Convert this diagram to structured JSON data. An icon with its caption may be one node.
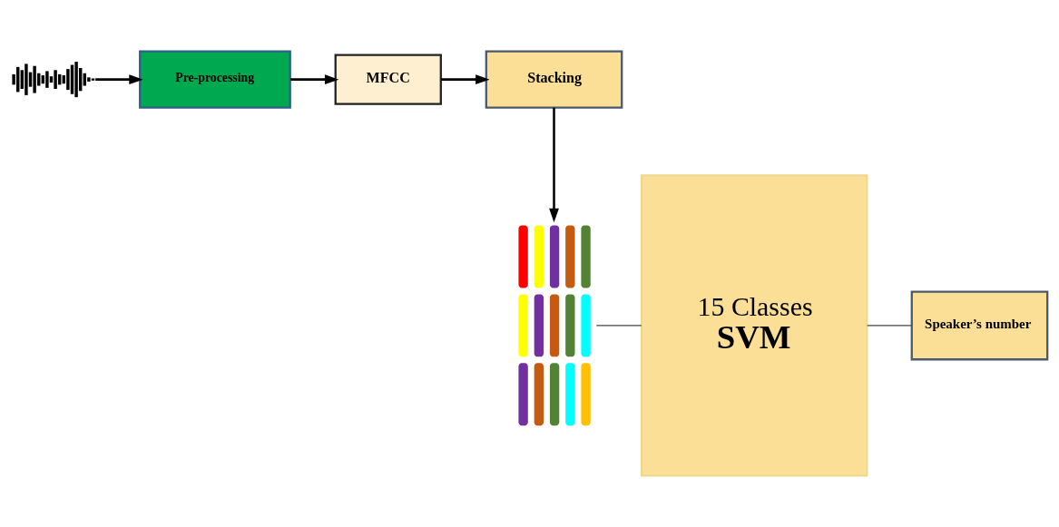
{
  "diagram": {
    "nodes": [
      {
        "text": [],
        "shape": "picture"
      },
      {
        "text": [
          "Pre-processing"
        ]
      },
      {
        "text": [
          "MFCC"
        ]
      },
      {
        "text": [
          "Stacking"
        ]
      },
      {
        "text": [],
        "shape": "picture"
      },
      {
        "text": [
          "15 Classes",
          "SVM"
        ]
      },
      {
        "text": [
          "Speaker’s number"
        ]
      }
    ],
    "edges": [
      {
        "from": 0,
        "to": 1,
        "arrow": "to"
      },
      {
        "from": 1,
        "to": 2,
        "arrow": "to"
      },
      {
        "from": 2,
        "to": 3,
        "arrow": "to"
      },
      {
        "from": 3,
        "to": 4,
        "arrow": "to"
      },
      {
        "from": 4,
        "to": 5,
        "arrow": "none"
      },
      {
        "from": 5,
        "to": 6,
        "arrow": "none"
      }
    ]
  }
}
